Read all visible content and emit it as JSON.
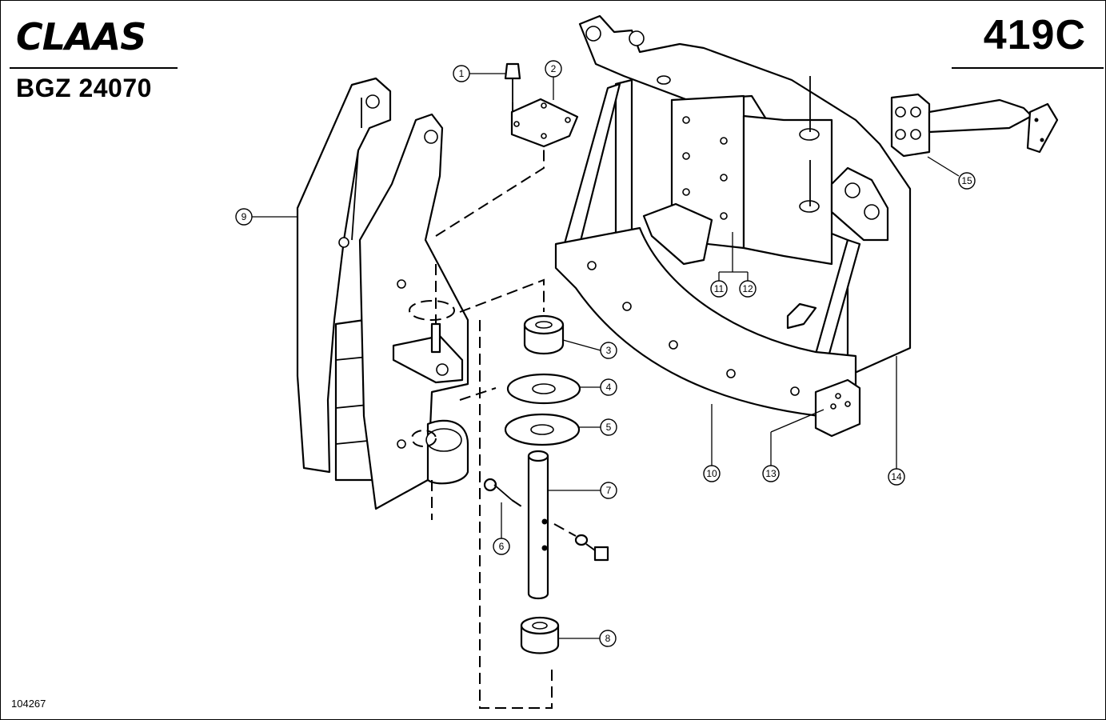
{
  "header": {
    "brand": "CLAAS",
    "document_code": "BGZ 24070",
    "page_number": "419C"
  },
  "footer": {
    "figure_number": "104267"
  },
  "callouts": [
    "1",
    "2",
    "3",
    "4",
    "5",
    "6",
    "7",
    "8",
    "9",
    "10",
    "11",
    "12",
    "13",
    "14",
    "15"
  ]
}
